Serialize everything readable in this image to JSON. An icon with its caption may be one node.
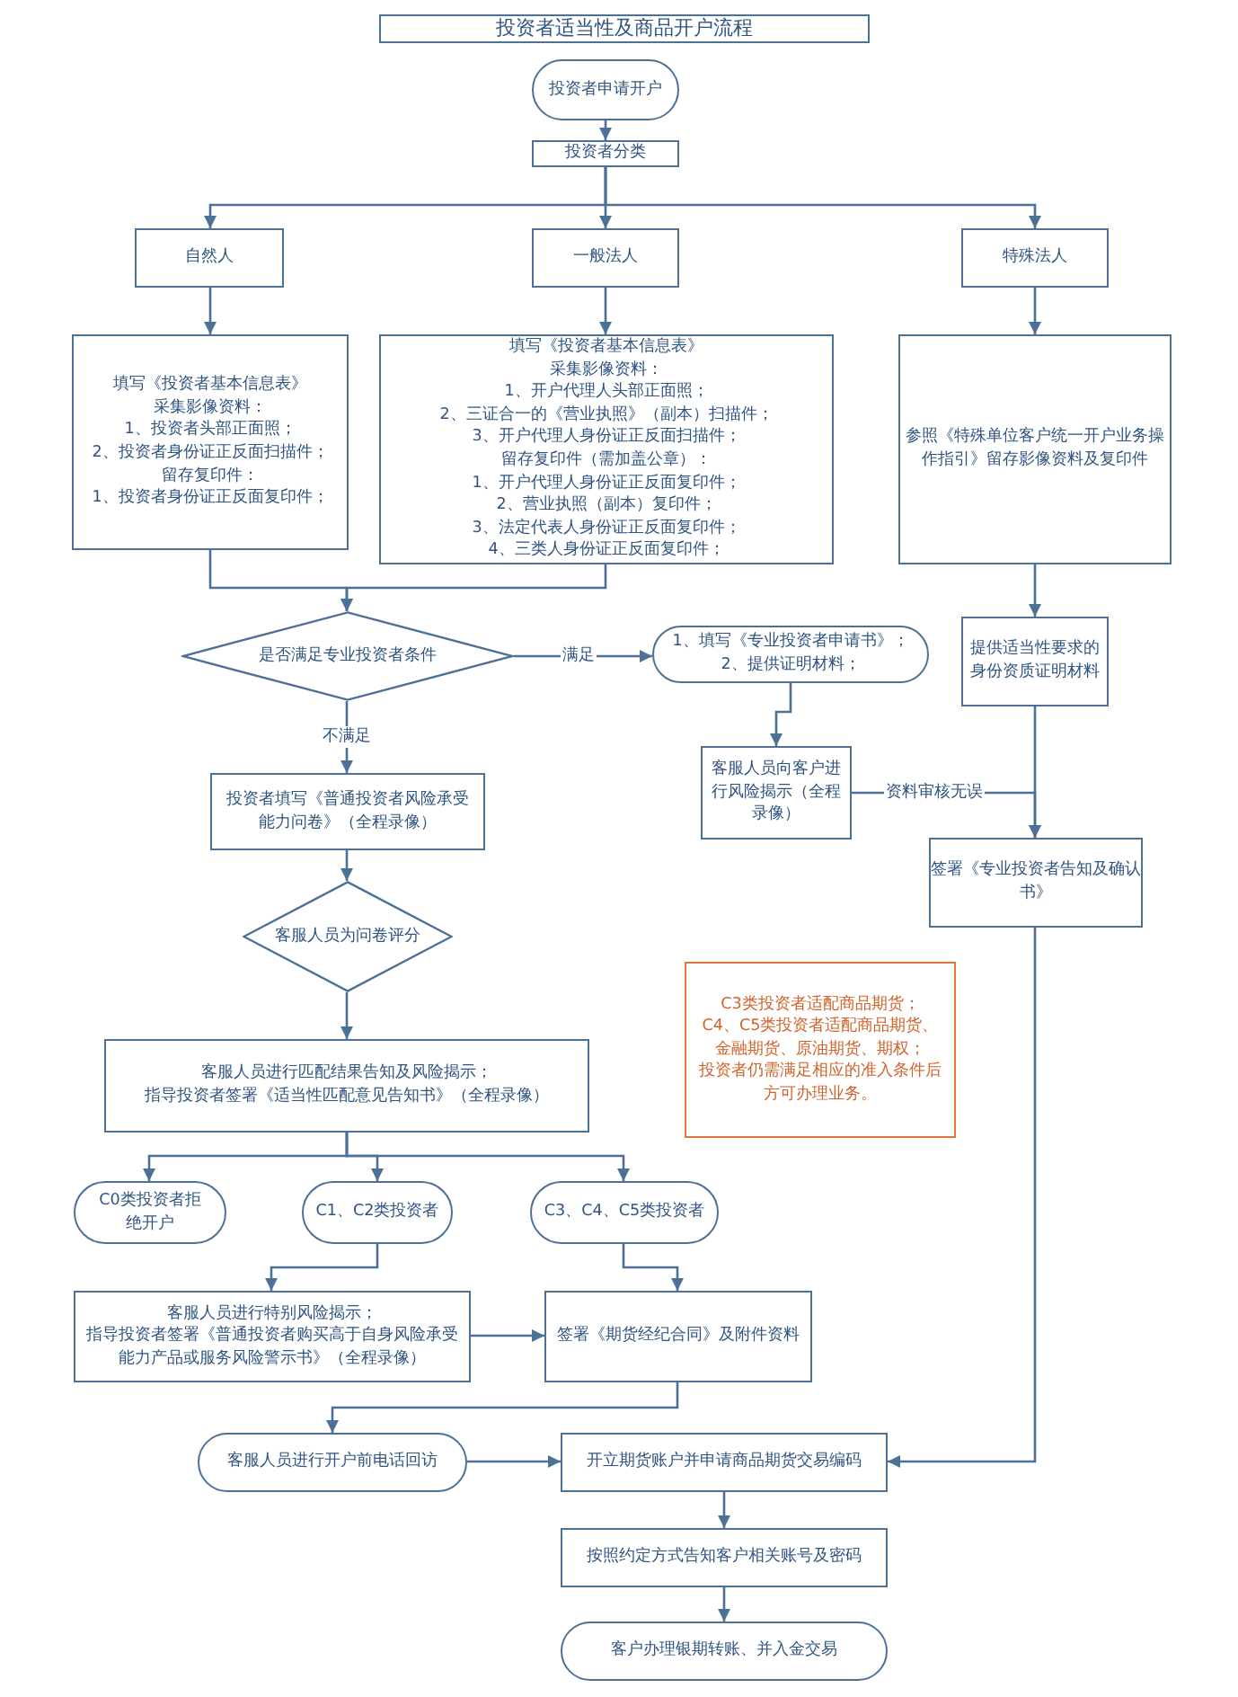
{
  "diagram": {
    "title": "投资者适当性及商品开户流程",
    "nodes": [
      {
        "text": [
          "投资者申请开户"
        ]
      },
      {
        "text": [
          "投资者分类"
        ]
      },
      {
        "text": [
          "自然人"
        ]
      },
      {
        "text": [
          "一般法人"
        ]
      },
      {
        "text": [
          "特殊法人"
        ]
      },
      {
        "text": [
          "填写《投资者基本信息表》",
          "采集影像资料：",
          "1、投资者头部正面照；",
          "2、投资者身份证正反面扫描件；",
          "留存复印件：",
          "1、投资者身份证正反面复印件；"
        ]
      },
      {
        "text": [
          "填写《投资者基本信息表》",
          "采集影像资料：",
          "1、开户代理人头部正面照；",
          "2、三证合一的《营业执照》（副本）扫描件；",
          "3、开户代理人身份证正反面扫描件；",
          "留存复印件（需加盖公章）：",
          "1、开户代理人身份证正反面复印件；",
          "2、营业执照（副本）复印件；",
          "3、法定代表人身份证正反面复印件；",
          "4、三类人身份证正反面复印件；"
        ]
      },
      {
        "text": [
          "参照《特殊单位客户统一开户业务操作指引》留存影像资料及复印件"
        ]
      },
      {
        "text": [
          "是否满足专业投资者条件"
        ]
      },
      {
        "text": [
          "1、填写《专业投资者申请书》；",
          "2、提供证明材料；"
        ]
      },
      {
        "text": [
          "提供适当性要求的身份资质证明材料"
        ]
      },
      {
        "text": [
          "客服人员向客户进行风险揭示（全程录像）"
        ]
      },
      {
        "text": [
          "投资者填写《普通投资者风险承受能力问卷》（全程录像）"
        ]
      },
      {
        "text": [
          "签署《专业投资者告知及确认书》"
        ]
      },
      {
        "text": [
          "客服人员为问卷评分"
        ]
      },
      {
        "text": [
          "客服人员进行匹配结果告知及风险揭示；",
          "指导投资者签署《适当性匹配意见告知书》（全程录像）"
        ]
      },
      {
        "text": [
          "C3类投资者适配商品期货；",
          "C4、C5类投资者适配商品期货、金融期货、原油期货、期权；",
          "投资者仍需满足相应的准入条件后方可办理业务。"
        ]
      },
      {
        "text": [
          "C0类投资者拒绝开户"
        ]
      },
      {
        "text": [
          "C1、C2类投资者"
        ]
      },
      {
        "text": [
          "C3、C4、C5类投资者"
        ]
      },
      {
        "text": [
          "客服人员进行特别风险揭示；",
          "指导投资者签署《普通投资者购买高于自身风险承受能力产品或服务风险警示书》（全程录像）"
        ]
      },
      {
        "text": [
          "签署《期货经纪合同》及附件资料"
        ]
      },
      {
        "text": [
          "客服人员进行开户前电话回访"
        ]
      },
      {
        "text": [
          "开立期货账户并申请商品期货交易编码"
        ]
      },
      {
        "text": [
          "按照约定方式告知客户相关账号及密码"
        ]
      },
      {
        "text": [
          "客户办理银期转账、并入金交易"
        ]
      }
    ],
    "edges": [
      {
        "from": 0,
        "to": 1,
        "arrow": "to"
      },
      {
        "from": 1,
        "to": 2,
        "arrow": "to"
      },
      {
        "from": 1,
        "to": 3,
        "arrow": "to"
      },
      {
        "from": 1,
        "to": 4,
        "arrow": "to"
      },
      {
        "from": 2,
        "to": 5,
        "arrow": "to"
      },
      {
        "from": 3,
        "to": 6,
        "arrow": "to"
      },
      {
        "from": 4,
        "to": 7,
        "arrow": "to"
      },
      {
        "from": 5,
        "to": 8,
        "arrow": "to"
      },
      {
        "from": 6,
        "to": 8,
        "arrow": "to"
      },
      {
        "from": 8,
        "to": 9,
        "arrow": "to",
        "label": "满足"
      },
      {
        "from": 8,
        "to": 12,
        "arrow": "to",
        "label": "不满足"
      },
      {
        "from": 7,
        "to": 10,
        "arrow": "to"
      },
      {
        "from": 9,
        "to": 11,
        "arrow": "to"
      },
      {
        "from": 11,
        "to": 13,
        "arrow": "to",
        "label": "资料审核无误"
      },
      {
        "from": 10,
        "to": 13,
        "arrow": "to"
      },
      {
        "from": 12,
        "to": 14,
        "arrow": "to"
      },
      {
        "from": 14,
        "to": 15,
        "arrow": "to"
      },
      {
        "from": 15,
        "to": 17,
        "arrow": "to"
      },
      {
        "from": 15,
        "to": 18,
        "arrow": "to"
      },
      {
        "from": 15,
        "to": 19,
        "arrow": "to"
      },
      {
        "from": 18,
        "to": 20,
        "arrow": "to"
      },
      {
        "from": 19,
        "to": 21,
        "arrow": "to"
      },
      {
        "from": 20,
        "to": 21,
        "arrow": "to"
      },
      {
        "from": 21,
        "to": 22,
        "arrow": "to"
      },
      {
        "from": 22,
        "to": 23,
        "arrow": "to"
      },
      {
        "from": 13,
        "to": 23,
        "arrow": "to"
      },
      {
        "from": 23,
        "to": 24,
        "arrow": "to"
      },
      {
        "from": 24,
        "to": 25,
        "arrow": "to"
      }
    ]
  }
}
